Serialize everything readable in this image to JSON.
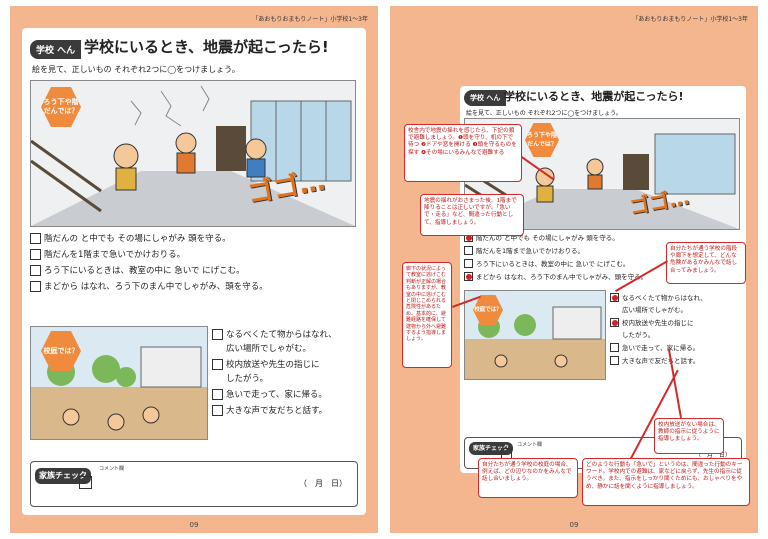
{
  "left": {
    "header": "「あおもりおまもりノート」小学校1～3年",
    "badge": "学校 へん",
    "title": "学校にいるとき、地震が起こったら!",
    "instruction": "絵を見て、正しいもの それぞれ2つに◯をつけましょう。",
    "tag1": "ろう下や階だんでは？",
    "sound": "ゴゴ…",
    "options1": [
      {
        "text": "階だんの と中でも その場にしゃがみ 頭を守る。",
        "checked": false
      },
      {
        "text": "階だんを1階まで急いでかけおりる。",
        "checked": false
      },
      {
        "text": "ろう下にいるときは、教室の中に 急いで にげこむ。",
        "checked": false
      },
      {
        "text": "まどから はなれ、ろう下のまん中でしゃがみ、頭を守る。",
        "checked": false
      }
    ],
    "tag2": "校庭では？",
    "options2": [
      {
        "text": "なるべくたて物からはなれ、",
        "checked": false
      },
      {
        "text": "広い場所でしゃがむ。",
        "checked": null
      },
      {
        "text": "校内放送や先生の指じに",
        "checked": false
      },
      {
        "text": "したがう。",
        "checked": null
      },
      {
        "text": "急いで走って、家に帰る。",
        "checked": false
      },
      {
        "text": "大きな声で友だちと話す。",
        "checked": false
      }
    ],
    "family_label": "家族チェック",
    "comment_label": "コメント欄",
    "date": "（　月　日）",
    "page_number": "09"
  },
  "right": {
    "header": "「あおもりおまもりノート」小学校1～3年",
    "badge": "学校 へん",
    "title": "学校にいるとき、地震が起こったら!",
    "instruction": "絵を見て、正しいもの それぞれ2つに◯をつけましょう。",
    "tag1": "ろう下や階だんでは？",
    "sound": "ゴゴ…",
    "options1": [
      {
        "text": "階だんの と中でも その場にしゃがみ 頭を守る。",
        "checked": true
      },
      {
        "text": "階だんを1階まで急いでかけおりる。",
        "checked": false
      },
      {
        "text": "ろう下にいるときは、教室の中に 急いで にげこむ。",
        "checked": false
      },
      {
        "text": "まどから はなれ、ろう下のまん中でしゃがみ、頭を守る。",
        "checked": true
      }
    ],
    "tag2": "校庭では？",
    "options2": [
      {
        "text": "なるべくたて物からはなれ、",
        "checked": true
      },
      {
        "text": "広い場所でしゃがむ。",
        "checked": null
      },
      {
        "text": "校内放送や先生の指じに",
        "checked": true
      },
      {
        "text": "したがう。",
        "checked": null
      },
      {
        "text": "急いで走って、家に帰る。",
        "checked": false
      },
      {
        "text": "大きな声で友だちと話す。",
        "checked": false
      }
    ],
    "family_label": "家族チェック",
    "comment_label": "コメント欄",
    "date": "（　月　日）",
    "page_number": "09",
    "notes": {
      "n1": "校舎内で地震の揺れを感じたら、下記の順で避難しましょう。❶頭を守り、机の下で待つ ❷ドアや窓を開ける ❸頭を守るものを探す ❹その場にいるみんなで避難する",
      "n2": "地震の揺れがおさまった後、1階まで降りることは正しいですが、「急いで・走る」など、間違った行動として、指導しましょう。",
      "n3": "自分たちが通う学校の階段や廊下を想定して、どんな危険があるかみんなで話し合ってみましょう。",
      "n4": "廊下の状況によって教室に逃げこむ判断が正解の場合もありますが、教室の中に逃げこむと閉じこめられる危険性があるため、基本的に、避難経路を確保して建物から外へ避難するよう指導しましょう。",
      "n5": "校内放送がない場合は、教師の指示に従うように指導しましょう。",
      "n6": "自分たちが通う学校の校庭の場合、例えば、どの辺りなのかをみんなで話し合いましょう。",
      "n7": "どのような行動も「急いで」というのは、間違った行動のキーワード。学校内での避難は、家などに戻らず、先生の指示に従うべき。また、指示をしっかり聞くためにも、おしゃべりをやめ、静かに話を聞くように指導しましょう。"
    }
  }
}
